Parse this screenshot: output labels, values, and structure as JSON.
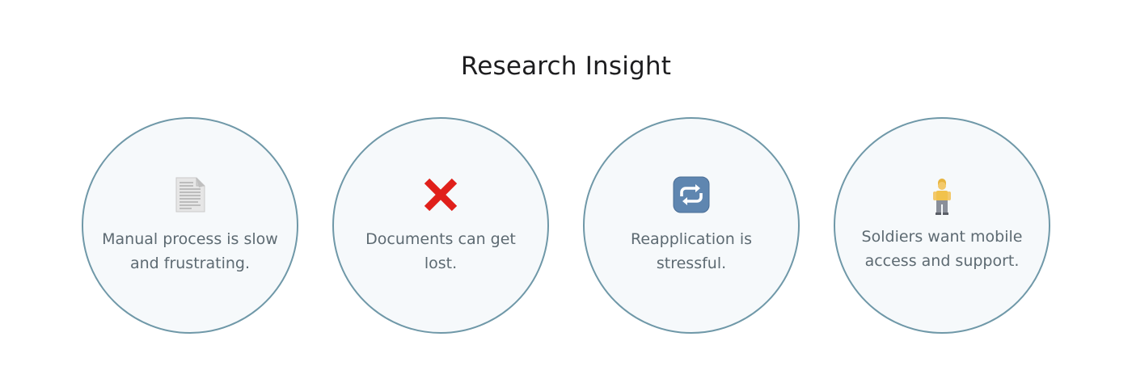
{
  "title": "Research Insight",
  "insights": [
    {
      "icon": "document-icon",
      "text": "Manual process is slow and frustrating."
    },
    {
      "icon": "cross-mark-icon",
      "text": "Documents can get lost."
    },
    {
      "icon": "repeat-icon",
      "text": "Reapplication is stressful."
    },
    {
      "icon": "person-icon",
      "text": "Soldiers want mobile access and support."
    }
  ],
  "colors": {
    "circle_border": "#6f98a8",
    "circle_fill": "#f6f9fb",
    "text": "#5d6a72",
    "title": "#1d1d1f",
    "cross": "#e0201b",
    "repeat_bg": "#5f86b0"
  }
}
